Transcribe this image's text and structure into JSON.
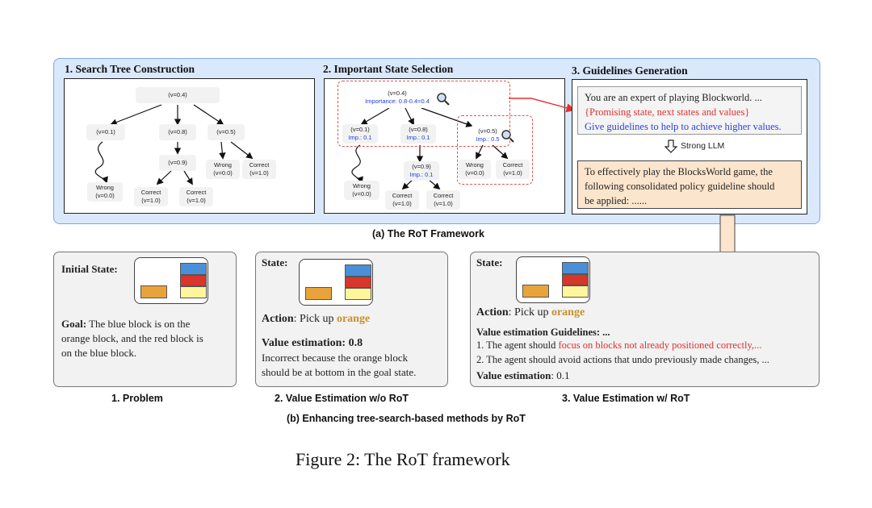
{
  "colors": {
    "framework_bg": "#dae8fc",
    "node_bg": "#f2f2f2",
    "importance_text": "#1f3fd6",
    "highlight_red": "#e03030",
    "highlight_blue": "#2b3fe0",
    "orange_label": "#c8902a",
    "output_box": "#fce5cd",
    "block_blue": "#4a90d9",
    "block_red": "#d9362b",
    "block_yellow": "#fff59a",
    "block_orange": "#e8a43a"
  },
  "framework": {
    "caption": "(a) The RoT Framework",
    "search_tree": {
      "title": "1. Search Tree Construction",
      "nodes": {
        "root": "(v=0.4)",
        "n1": "(v=0.1)",
        "n2": "(v=0.8)",
        "n3": "(v=0.5)",
        "n4": "(v=0.9)",
        "wrong1_a": "Wrong",
        "wrong1_b": "(v=0.0)",
        "correct1_a": "Correct",
        "correct1_b": "(v=1.0)",
        "correct2_a": "Correct",
        "correct2_b": "(v=1.0)",
        "wrong2_a": "Wrong",
        "wrong2_b": "(v=0.0)",
        "correct3_a": "Correct",
        "correct3_b": "(v=1.0)"
      }
    },
    "state_selection": {
      "title": "2. Important State Selection",
      "nodes": {
        "root": "(v=0.4)",
        "root_imp": "Importance: 0.8-0.4=0.4",
        "n1": "(v=0.1)",
        "n1_imp": "Imp.: 0.1",
        "n2": "(v=0.8)",
        "n2_imp": "Imp.: 0.1",
        "n3": "(v=0.5)",
        "n3_imp": "Imp.: 0.5",
        "n4": "(v=0.9)",
        "n4_imp": "Imp.: 0.1",
        "wrong1_a": "Wrong",
        "wrong1_b": "(v=0.0)",
        "correct1_a": "Correct",
        "correct1_b": "(v=1.0)",
        "correct2_a": "Correct",
        "correct2_b": "(v=1.0)",
        "wrong2_a": "Wrong",
        "wrong2_b": "(v=0.0)",
        "correct3_a": "Correct",
        "correct3_b": "(v=1.0)"
      }
    },
    "guidelines": {
      "title": "3. Guidelines Generation",
      "prompt_line1": "You are an expert of playing Blockworld. ...",
      "prompt_line2": "{Promising state, next states and values}",
      "prompt_line3": "Give guidelines to help to achieve higher values.",
      "llm_label": "Strong LLM",
      "output_line1": "To effectively play the BlocksWorld game, the",
      "output_line2": "following consolidated policy guideline should",
      "output_line3": "be applied: ......"
    }
  },
  "enhancing": {
    "caption": "(b) Enhancing tree-search-based methods by RoT",
    "problem": {
      "caption": "1. Problem",
      "state_label": "Initial State:",
      "goal_label": "Goal:",
      "goal_line1": " The blue block is on the",
      "goal_line2": "orange block, and the red block is",
      "goal_line3": "on the blue block."
    },
    "without_rot": {
      "caption": "2. Value Estimation w/o RoT",
      "state_label": "State:",
      "action_label": "Action",
      "action_text": ": Pick up ",
      "action_object": "orange",
      "value_label": "Value estimation: 0.8",
      "reason_line1": "Incorrect because the orange block",
      "reason_line2": "should be at bottom in the goal state."
    },
    "with_rot": {
      "caption": "3. Value Estimation w/ RoT",
      "state_label": "State:",
      "action_label": "Action",
      "action_text": ": Pick up ",
      "action_object": "orange",
      "guidelines_label": "Value estimation Guidelines: ...",
      "line1_prefix": "1. The agent should ",
      "line1_highlight": "focus on blocks not already positioned correctly,...",
      "line2": "2. The agent should avoid actions that undo previously made changes, ...",
      "value_label": "Value estimation",
      "value_text": ": 0.1"
    }
  },
  "figure_caption": "Figure 2: The RoT framework"
}
